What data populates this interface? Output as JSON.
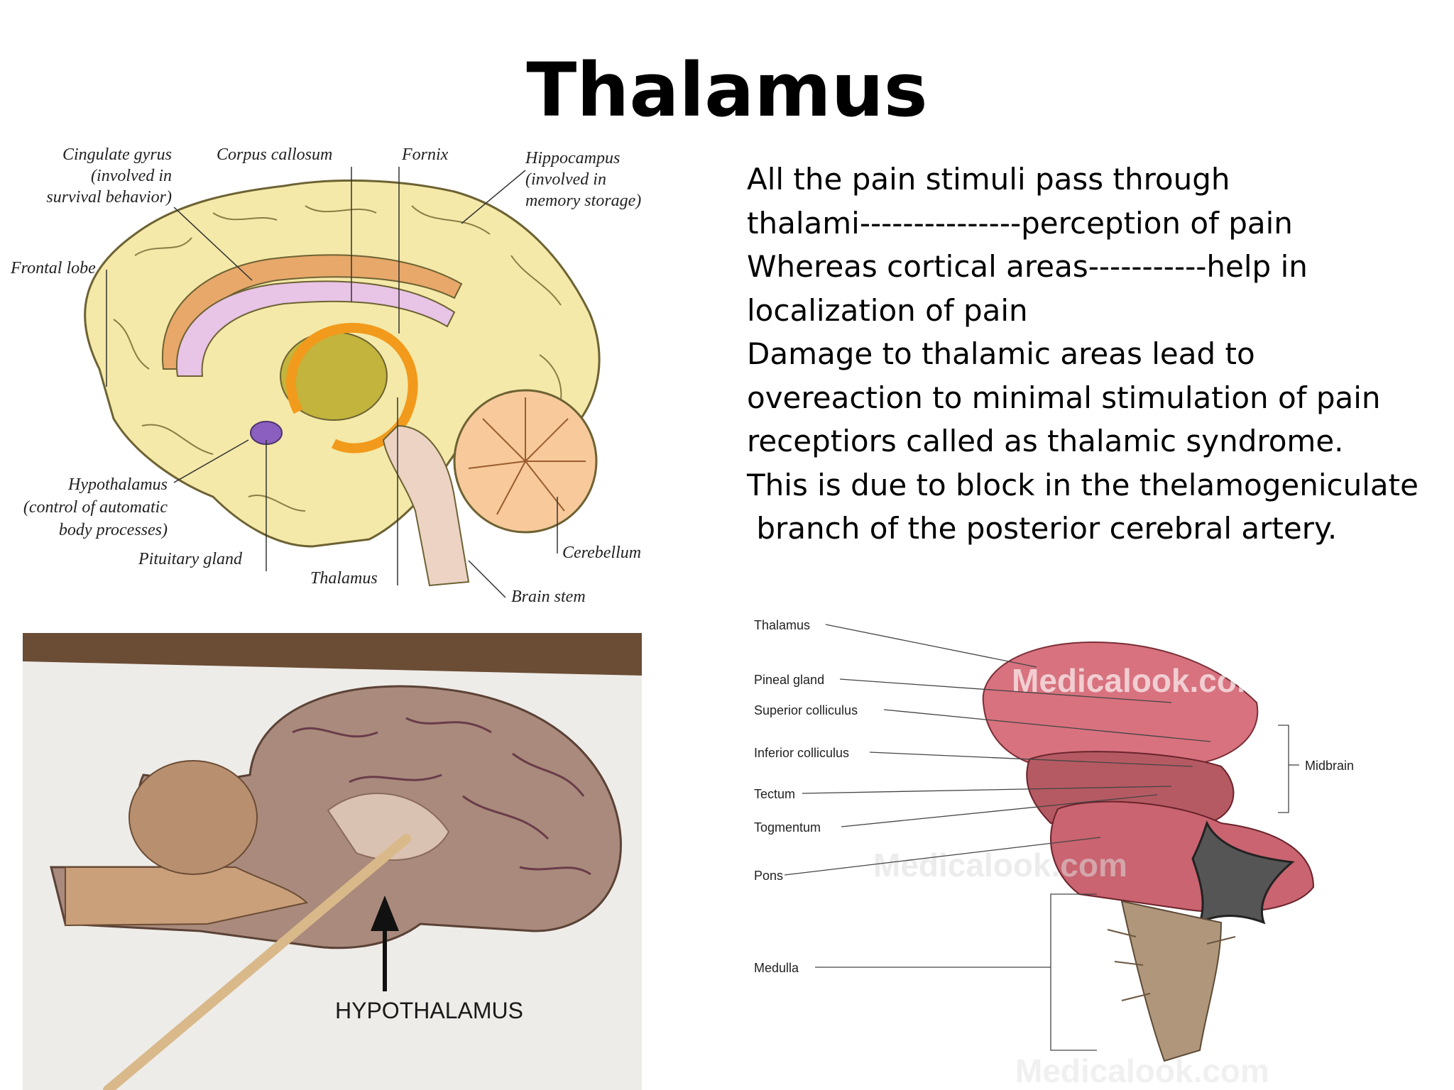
{
  "title": "Thalamus",
  "body_lines": [
    "All the pain stimuli pass through",
    "thalami---------------perception of pain",
    "Whereas cortical areas-----------help in",
    "localization of pain",
    "Damage to thalamic areas lead to",
    "overeaction to minimal stimulation of pain",
    "receptiors called as thalamic syndrome.",
    "This is due to block in the thelamogeniculate",
    " branch of the posterior cerebral artery."
  ],
  "sagittal_diagram": {
    "labels": {
      "cingulate_1": "Cingulate gyrus",
      "cingulate_2": "(involved in",
      "cingulate_3": "survival behavior)",
      "corpus_callosum": "Corpus callosum",
      "fornix": "Fornix",
      "hippocampus_1": "Hippocampus",
      "hippocampus_2": "(involved in",
      "hippocampus_3": "memory storage)",
      "frontal_lobe": "Frontal lobe",
      "hypothalamus_1": "Hypothalamus",
      "hypothalamus_2": "(control of automatic",
      "hypothalamus_3": "body processes)",
      "pituitary": "Pituitary gland",
      "thalamus": "Thalamus",
      "cerebellum": "Cerebellum",
      "brain_stem": "Brain stem"
    }
  },
  "photo": {
    "label": "HYPOTHALAMUS"
  },
  "brainstem_diagram": {
    "labels": {
      "thalamus": "Thalamus",
      "pineal": "Pineal gland",
      "superior": "Superior colliculus",
      "inferior": "Inferior colliculus",
      "tectum": "Tectum",
      "tegmentum": "Togmentum",
      "pons": "Pons",
      "medulla": "Medulla",
      "midbrain": "Midbrain"
    },
    "watermark": "Medicalook.com"
  },
  "colors": {
    "cortex": "#f4e9a8",
    "cingulate": "#e7a86a",
    "corpus_callosum": "#e8c4e6",
    "thalamus": "#c2b43c",
    "fornix": "#f29a1c",
    "cerebellum": "#f7c99b",
    "brainstem_tissue": "#b55a63",
    "medulla": "#b0977b"
  }
}
